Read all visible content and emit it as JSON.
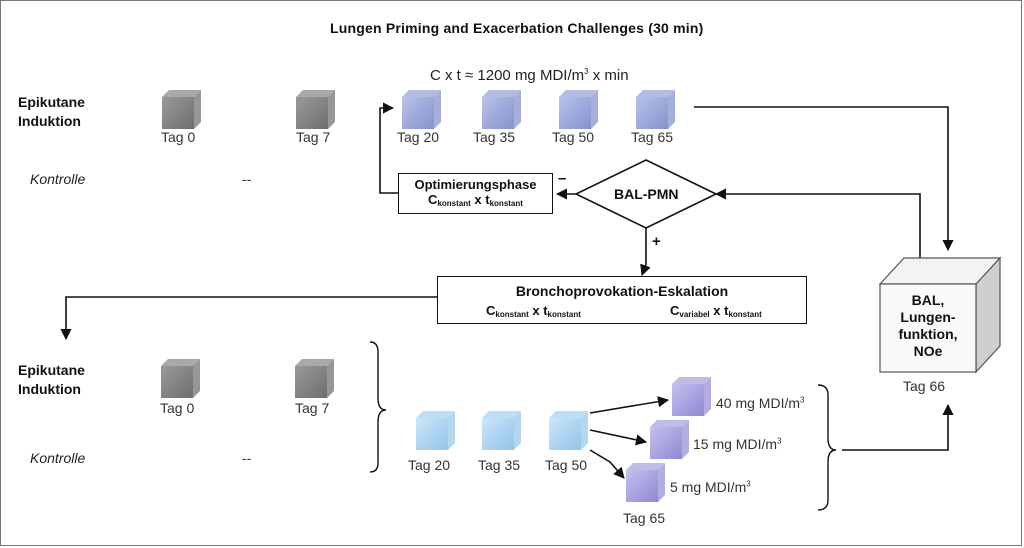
{
  "title": "Lungen Priming and Exacerbation Challenges (30 min)",
  "formula": {
    "text": "C x t ≈ 1200 mg MDI/m",
    "sup": "3",
    "suffix": " x min"
  },
  "top_row": {
    "label_line1": "Epikutane",
    "label_line2": "Induktion",
    "control": "Kontrolle",
    "dash": "--",
    "days": [
      "Tag 0",
      "Tag 7",
      "Tag 20",
      "Tag 35",
      "Tag 50",
      "Tag 65"
    ]
  },
  "optimization": {
    "title": "Optimierungsphase",
    "c": "C",
    "c_sub": "konstant",
    "x": " x ",
    "t": "t",
    "t_sub": "konstant",
    "minus": "–"
  },
  "bal_pmn": {
    "label": "BAL-PMN",
    "plus": "+"
  },
  "escalation": {
    "title": "Bronchoprovokation-Eskalation",
    "left_c": "C",
    "left_c_sub": "konstant",
    "left_x": " x ",
    "left_t": "t",
    "left_t_sub": "konstant",
    "right_c": "C",
    "right_c_sub": "variabel",
    "right_x": " x ",
    "right_t": "t",
    "right_t_sub": "konstant"
  },
  "endpoint": {
    "line1": "BAL,",
    "line2": "Lungen-",
    "line3": "funktion,",
    "line4": "NOe",
    "day": "Tag 66"
  },
  "bottom_row": {
    "label_line1": "Epikutane",
    "label_line2": "Induktion",
    "control": "Kontrolle",
    "dash": "--",
    "days": [
      "Tag 0",
      "Tag 7",
      "Tag 20",
      "Tag 35",
      "Tag 50",
      "Tag 65"
    ],
    "doses": [
      {
        "text": "40 mg MDI/m",
        "sup": "3"
      },
      {
        "text": "15 mg MDI/m",
        "sup": "3"
      },
      {
        "text": "5 mg MDI/m",
        "sup": "3"
      }
    ]
  },
  "colors": {
    "gray_cube": "#8c8c8c",
    "blue_purple_cube": "#9aa6d8",
    "light_blue_cube": "#a9d3ef",
    "lavender_cube": "#aaa5de",
    "endpoint_cube": "#e6e6e6"
  }
}
